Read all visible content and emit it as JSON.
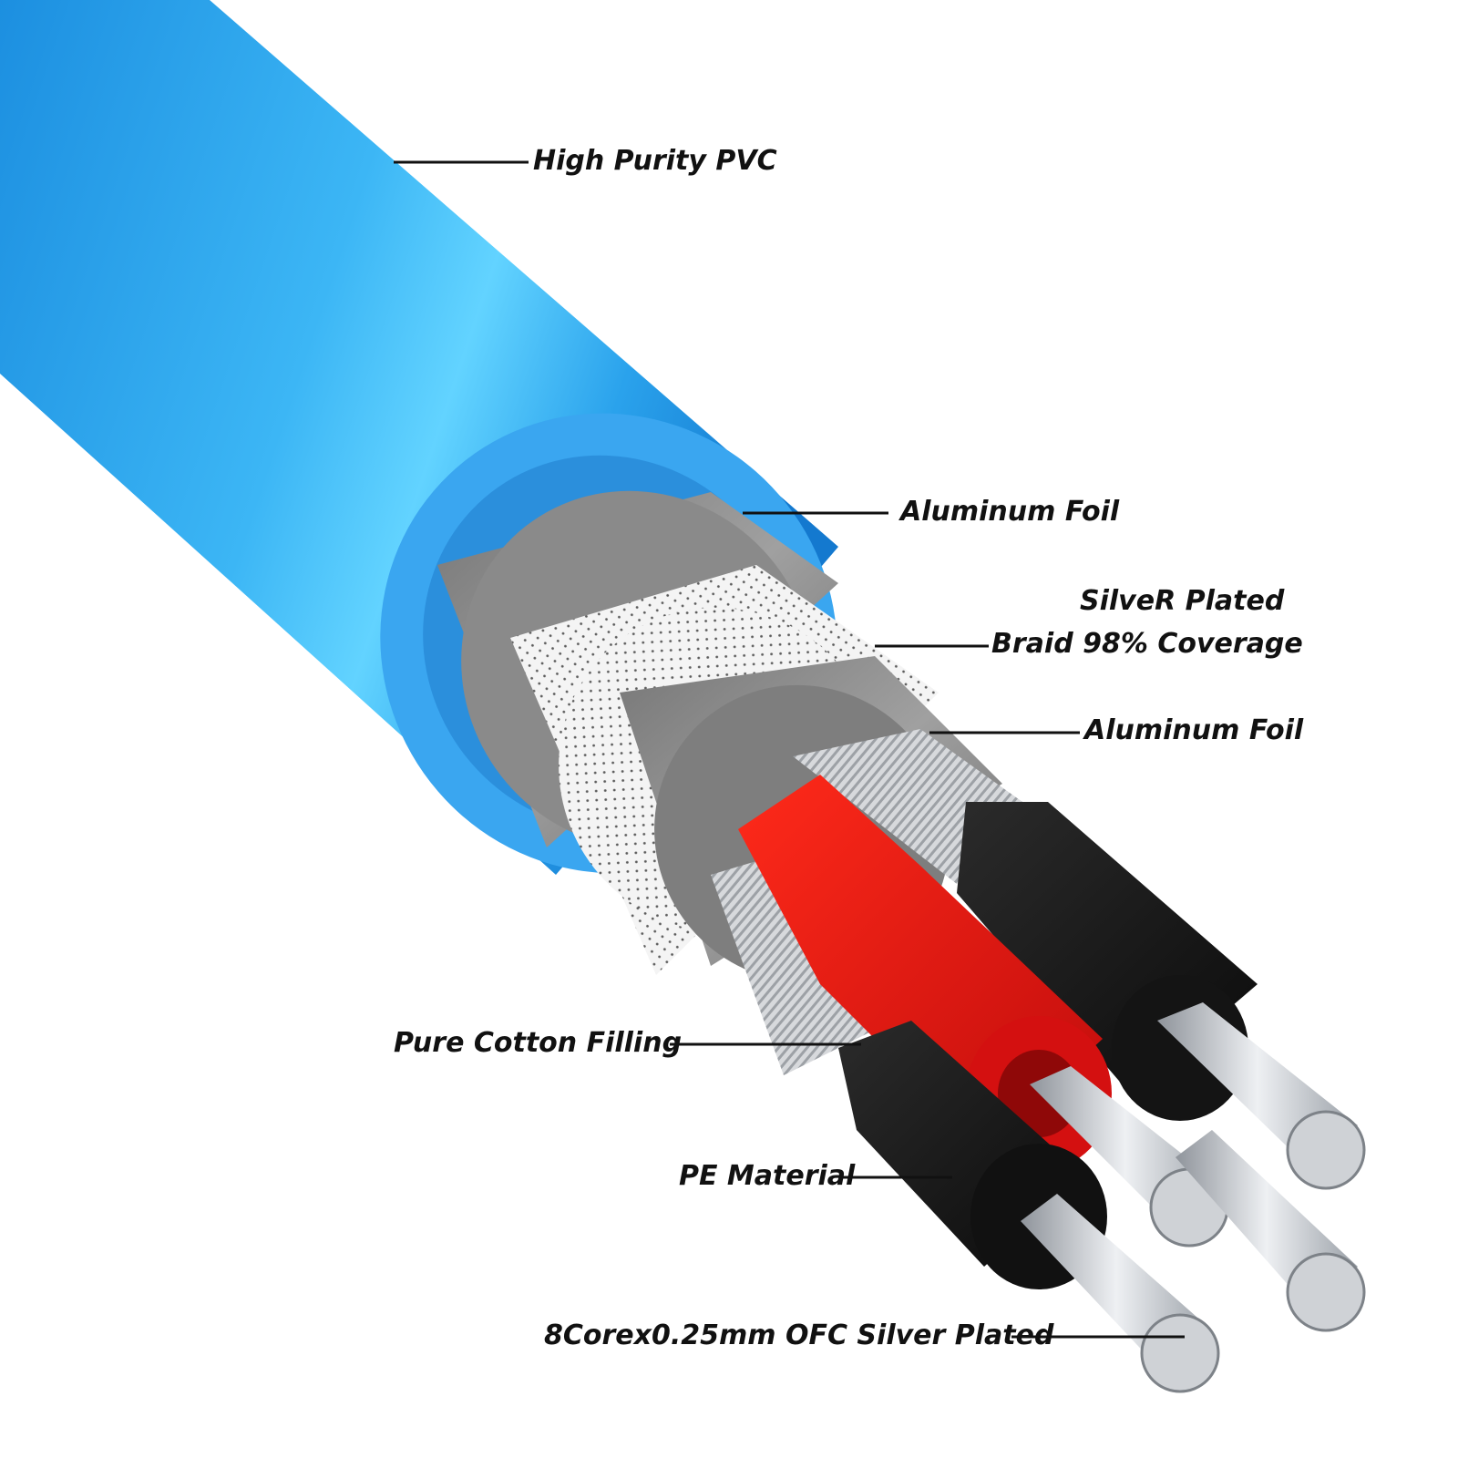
{
  "labels": {
    "pvc": "High Purity PVC",
    "foil_outer": "Aluminum Foil",
    "braid_line1": "SilveR Plated",
    "braid_line2": "Braid 98% Coverage",
    "foil_inner": "Aluminum Foil",
    "cotton": "Pure Cotton Filling",
    "pe": "PE Material",
    "conductor": "8Corex0.25mm OFC Silver Plated"
  },
  "colors": {
    "jacket": "#2a9be8",
    "jacket_highlight": "#5bd0ff",
    "foil": "#8c8c8c",
    "braid": "#f2f2f2",
    "red_insulation": "#e61414",
    "black_insulation": "#1a1a1a",
    "conductor": "#c9ccd1",
    "leader_line": "#111111"
  }
}
